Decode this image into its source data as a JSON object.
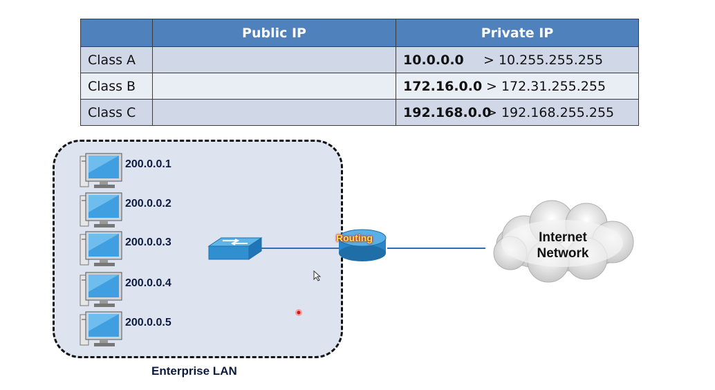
{
  "table": {
    "headers": [
      "",
      "Public IP",
      "Private IP"
    ],
    "rows": [
      {
        "class": "Class A",
        "public": "",
        "private_start": "10.0.0.0",
        "private_end": "> 10.255.255.255"
      },
      {
        "class": "Class B",
        "public": "",
        "private_start": "172.16.0.0",
        "private_end": "> 172.31.255.255"
      },
      {
        "class": "Class C",
        "public": "",
        "private_start": "192.168.0.0",
        "private_end": "> 192.168.255.255"
      }
    ]
  },
  "diagram": {
    "hosts": [
      "200.0.0.1",
      "200.0.0.2",
      "200.0.0.3",
      "200.0.0.4",
      "200.0.0.5"
    ],
    "lan_label": "Enterprise LAN",
    "router_label": "Routing",
    "cloud_line1": "Internet",
    "cloud_line2": "Network"
  },
  "colors": {
    "header": "#4f81bd",
    "row_odd": "#d0d8e8",
    "row_even": "#e9edf4",
    "lan_fill": "#dde3ef",
    "link": "#2f6fb0"
  }
}
